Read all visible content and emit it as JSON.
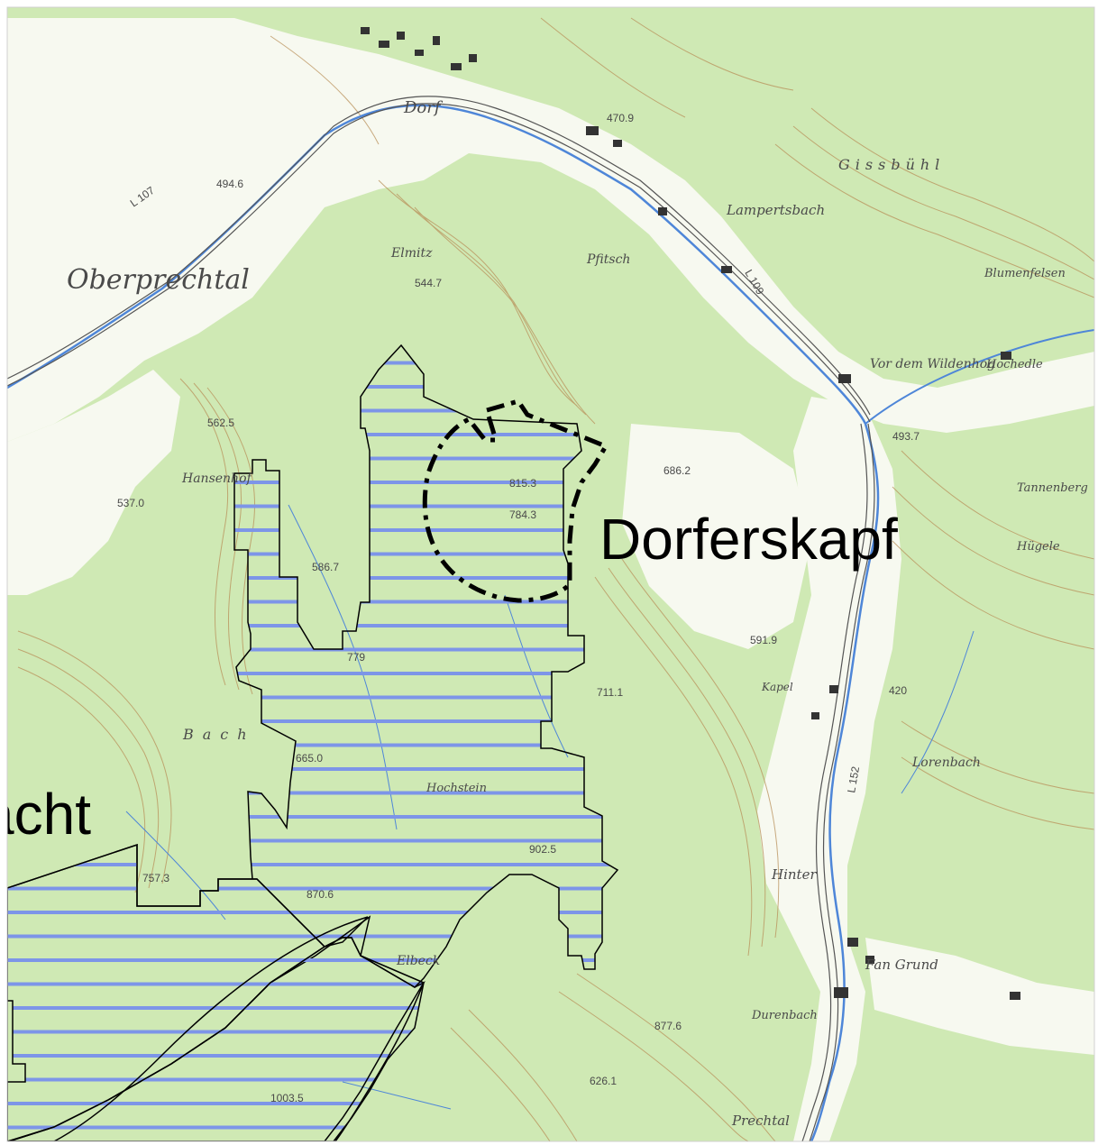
{
  "map": {
    "labels": {
      "main": "Dorferskapf",
      "partial": "acht"
    },
    "place_names": [
      "Oberprechtal",
      "Dorf",
      "Elmitz",
      "Pfitsch",
      "Gissbühl",
      "Lampertsbach",
      "Vor dem Wildenhog",
      "Blumenfelsen",
      "Hochedle",
      "Hinter",
      "Fan Grund",
      "Elbeck",
      "Hochstein",
      "Hansenhof",
      "Bach",
      "Tannenberg",
      "Hügele",
      "Kapel",
      "Lorenbach",
      "Durenbach",
      "Prechtal"
    ],
    "elevations": [
      "470.9",
      "494.6",
      "544.7",
      "562.5",
      "586.7",
      "537.0",
      "686.2",
      "784.3",
      "493.7",
      "591.9",
      "420",
      "711.1",
      "665.0",
      "779",
      "902.5",
      "757.3",
      "870.6",
      "877.6",
      "1003.5",
      "626.1",
      "815.3"
    ],
    "road_labels": [
      "L 107",
      "L 109",
      "L 152"
    ],
    "colors": {
      "forest": "#cfe9b4",
      "contour": "#b9905a",
      "water": "#4e86d8",
      "hatch": "#7d95e8",
      "outline": "#000000",
      "open_land": "#ffffff"
    }
  }
}
